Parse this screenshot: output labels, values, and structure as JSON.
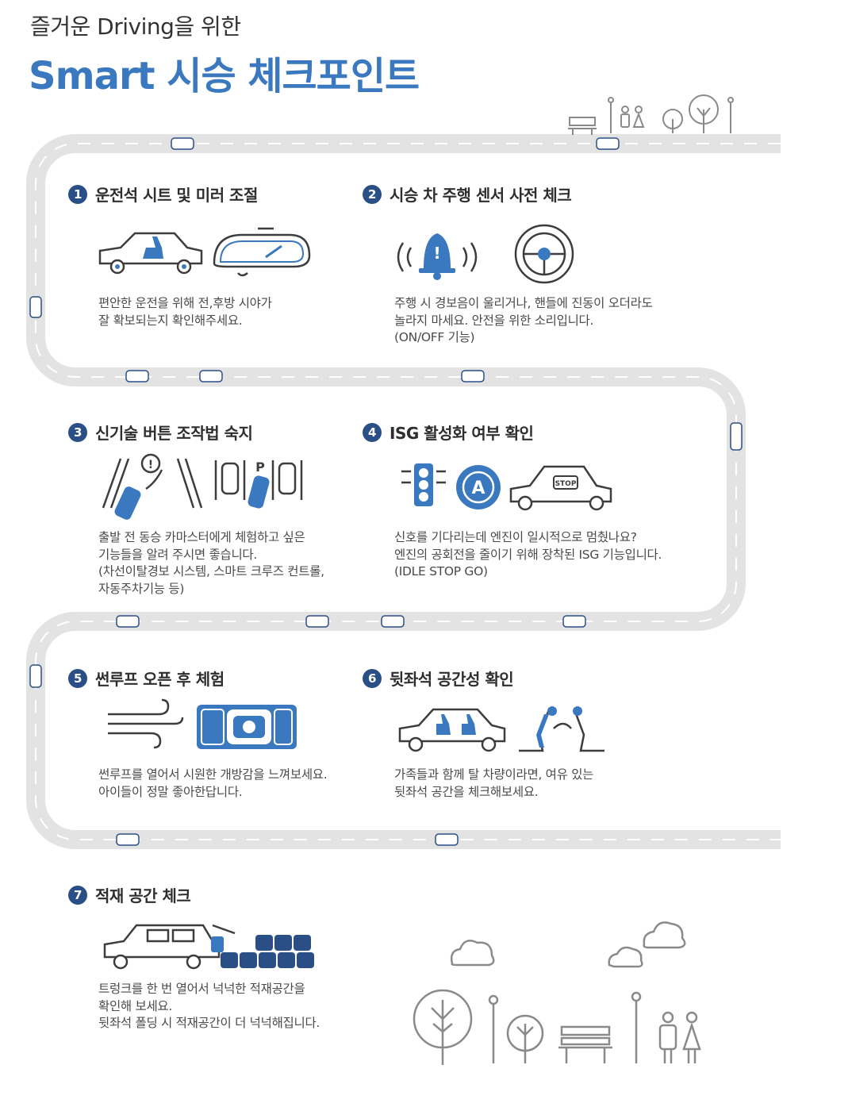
{
  "header": {
    "subtitle": "즐거운 Driving을 위한",
    "title": "Smart 시승 체크포인트"
  },
  "colors": {
    "accent": "#3a78c0",
    "navy": "#2a4f86",
    "road": "#e3e3e3",
    "icon_gray": "#8a8a8a"
  },
  "steps": [
    {
      "num": "1",
      "title": "운전석 시트 및 미러 조절",
      "lines": [
        "편안한 운전을 위해 전,후방 시야가",
        "잘 확보되는지 확인해주세요."
      ]
    },
    {
      "num": "2",
      "title": "시승 차 주행 센서 사전 체크",
      "lines": [
        "주행 시 경보음이 울리거나, 핸들에 진동이 오더라도",
        "놀라지 마세요. 안전을 위한 소리입니다.",
        "(ON/OFF 기능)"
      ]
    },
    {
      "num": "3",
      "title": "신기술 버튼 조작법 숙지",
      "lines": [
        "출발 전 동승 카마스터에게 체험하고 싶은",
        "기능들을 알려 주시면 좋습니다.",
        "(차선이탈경보 시스템, 스마트 크루즈 컨트롤,",
        "자동주차기능 등)"
      ]
    },
    {
      "num": "4",
      "title": "ISG 활성화 여부 확인",
      "lines": [
        "신호를 기다리는데 엔진이 일시적으로 멈췄나요?",
        "엔진의 공회전을 줄이기 위해 장착된 ISG 기능입니다.",
        "(IDLE STOP GO)"
      ]
    },
    {
      "num": "5",
      "title": "썬루프 오픈 후 체험",
      "lines": [
        "썬루프를 열어서 시원한 개방감을 느껴보세요.",
        "아이들이 정말 좋아한답니다."
      ]
    },
    {
      "num": "6",
      "title": "뒷좌석 공간성 확인",
      "lines": [
        "가족들과 함께 탈 차량이라면, 여유 있는",
        "뒷좌석 공간을 체크해보세요."
      ]
    },
    {
      "num": "7",
      "title": "적재 공간 체크",
      "lines": [
        "트렁크를 한 번 열어서 넉넉한 적재공간을",
        "확인해 보세요.",
        "뒷좌석 폴딩 시 적재공간이 더 넉넉해집니다."
      ]
    }
  ],
  "icon_labels": {
    "parking": "P",
    "auto": "A",
    "stop": "STOP"
  }
}
